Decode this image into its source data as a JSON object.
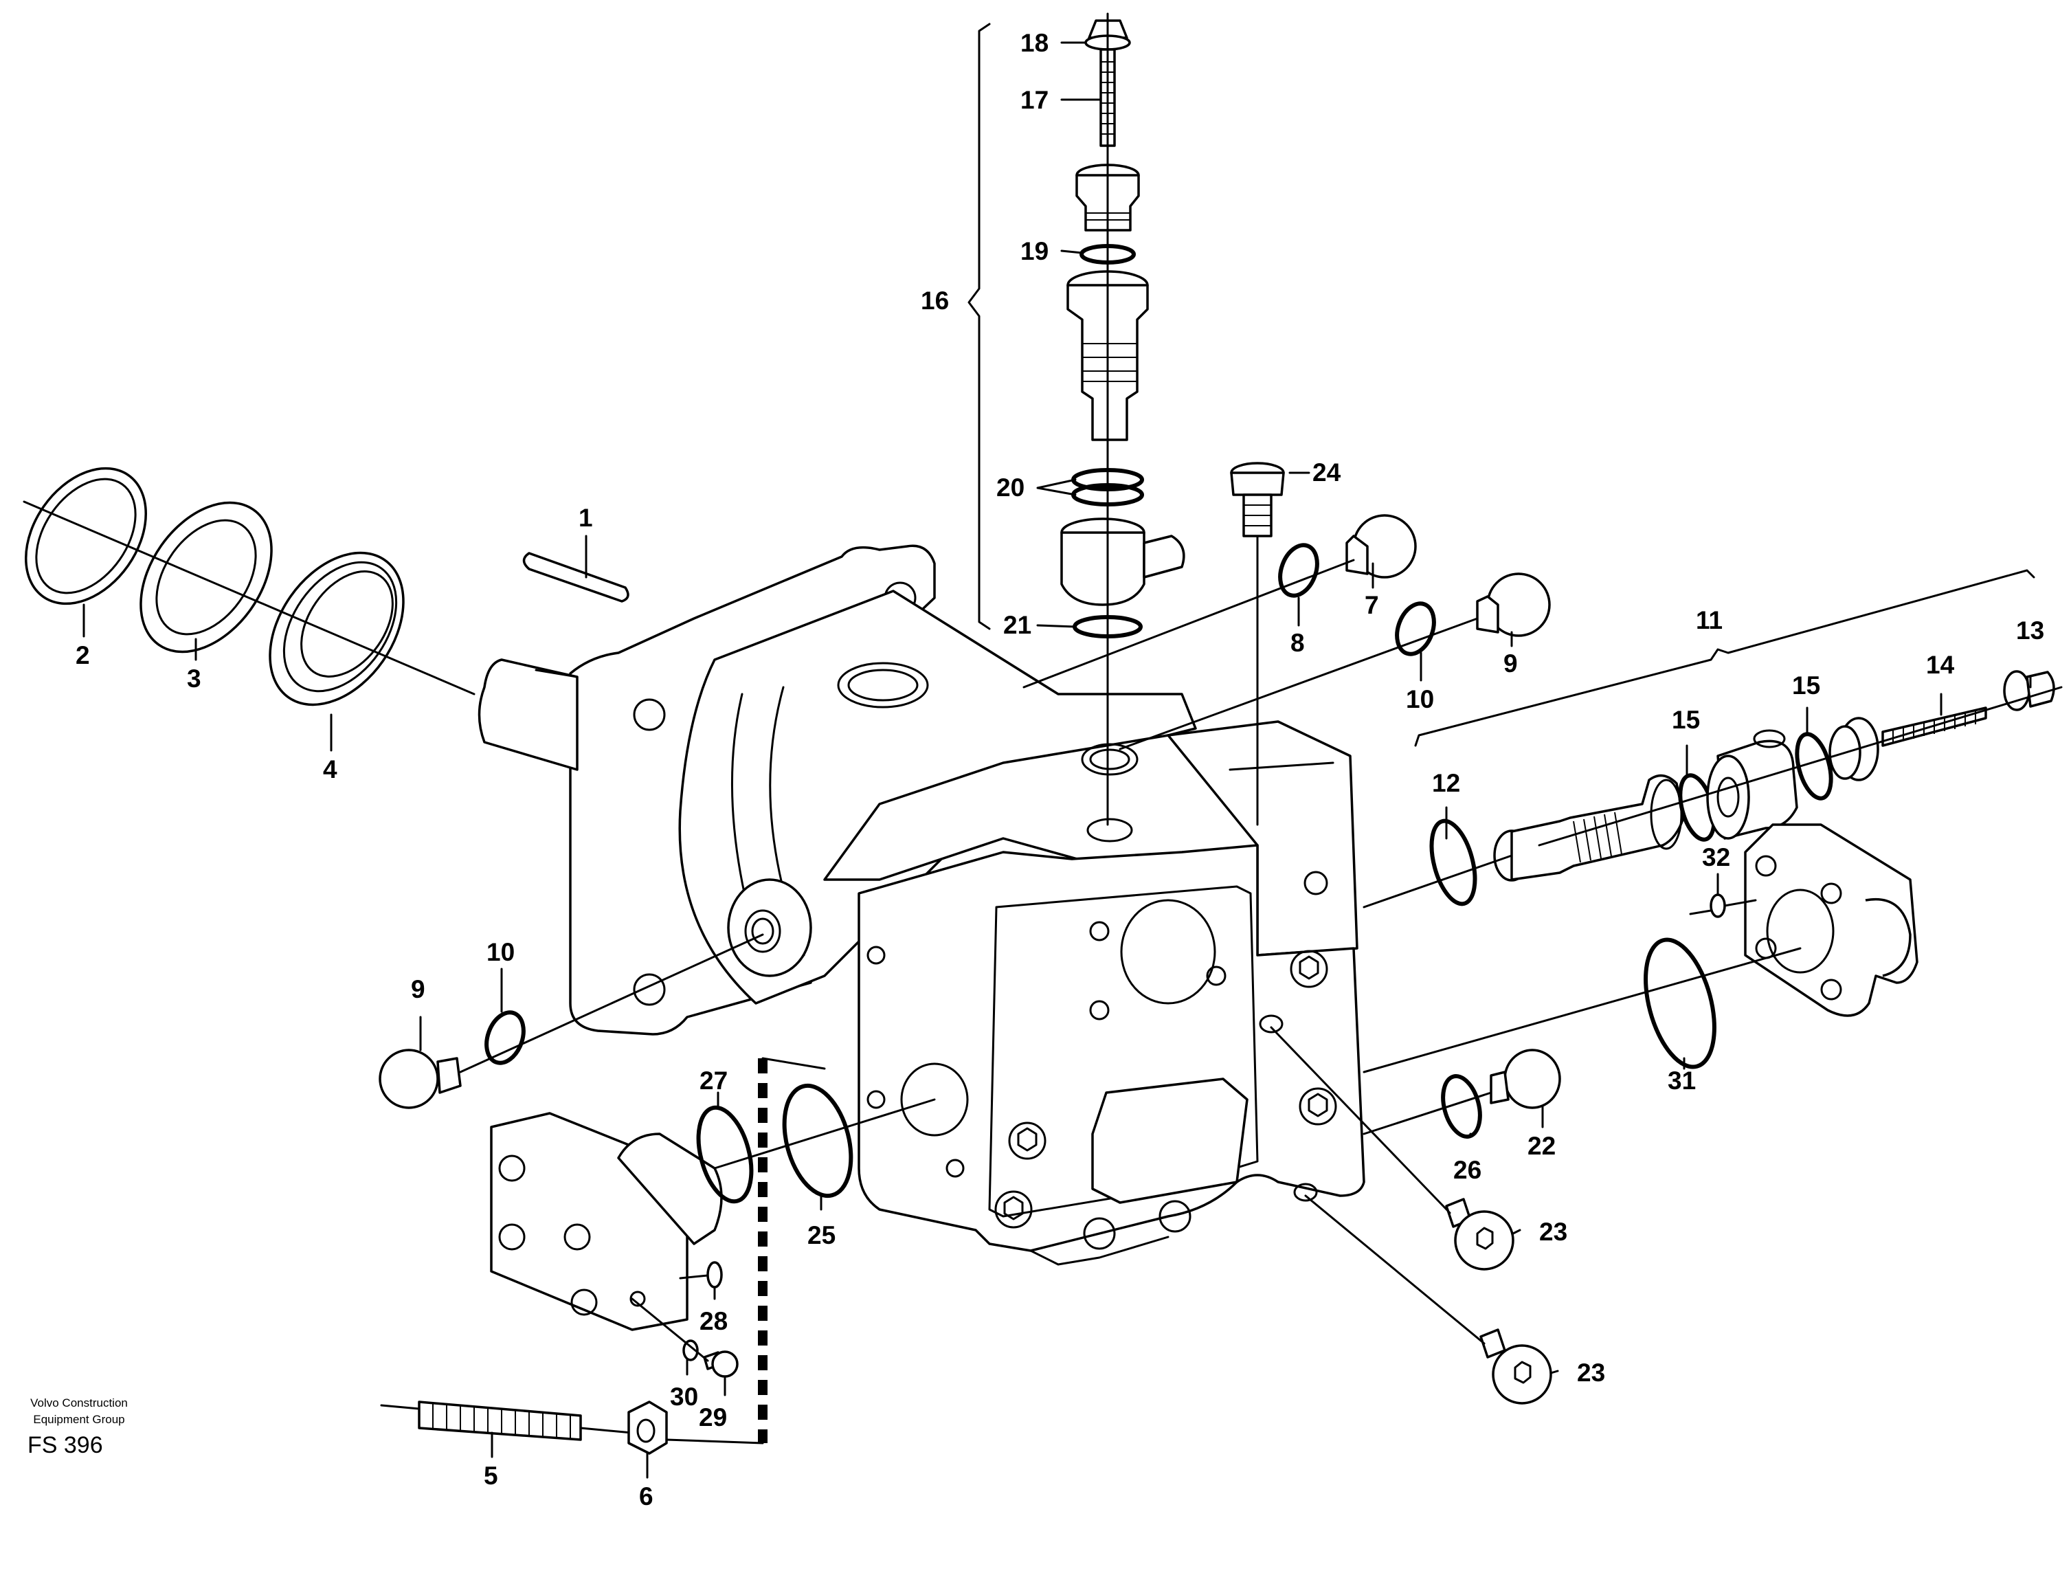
{
  "credit": {
    "line1": "Volvo Construction",
    "line2": "Equipment Group"
  },
  "figure_code": "FS 396",
  "callouts": [
    "1",
    "2",
    "3",
    "4",
    "5",
    "6",
    "7",
    "8",
    "9",
    "9",
    "10",
    "10",
    "11",
    "12",
    "13",
    "14",
    "15",
    "15",
    "16",
    "17",
    "18",
    "19",
    "20",
    "21",
    "22",
    "23",
    "23",
    "24",
    "25",
    "26",
    "27",
    "28",
    "29",
    "30",
    "31",
    "32"
  ]
}
